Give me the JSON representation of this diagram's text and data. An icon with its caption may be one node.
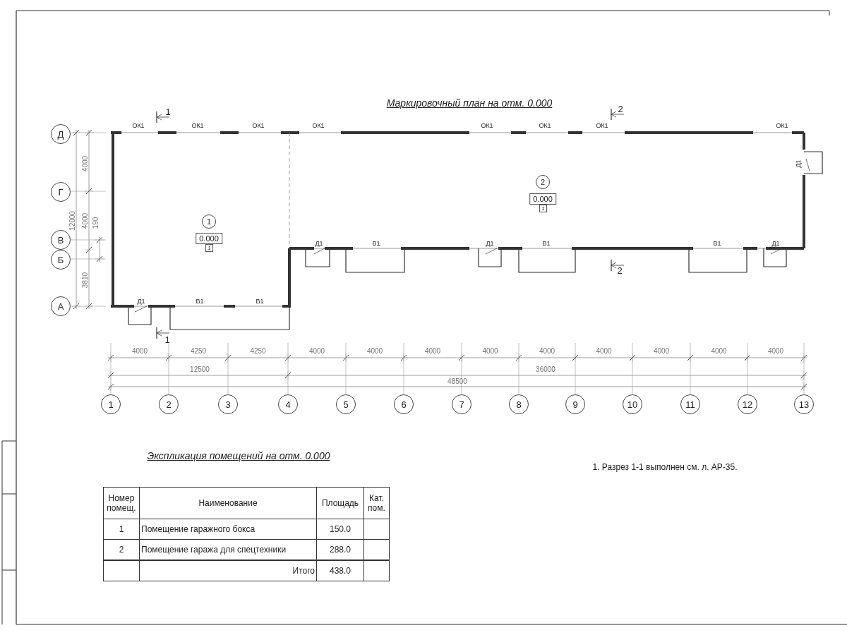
{
  "diagram": {
    "title": "Маркировочный план на отм. 0.000",
    "nodes": [
      {
        "text": [
          "1",
          "0.000",
          "1"
        ]
      },
      {
        "text": [
          "2",
          "0.000",
          "1"
        ]
      },
      {
        "text": [
          "Д"
        ]
      },
      {
        "text": [
          "Г"
        ]
      },
      {
        "text": [
          "В"
        ]
      },
      {
        "text": [
          "Б"
        ]
      },
      {
        "text": [
          "А"
        ]
      },
      {
        "text": [
          "1"
        ]
      },
      {
        "text": [
          "2"
        ]
      },
      {
        "text": [
          "3"
        ]
      },
      {
        "text": [
          "4"
        ]
      },
      {
        "text": [
          "5"
        ]
      },
      {
        "text": [
          "6"
        ]
      },
      {
        "text": [
          "7"
        ]
      },
      {
        "text": [
          "8"
        ]
      },
      {
        "text": [
          "9"
        ]
      },
      {
        "text": [
          "10"
        ]
      },
      {
        "text": [
          "11"
        ]
      },
      {
        "text": [
          "12"
        ]
      },
      {
        "text": [
          "13"
        ]
      }
    ],
    "labels": [
      "1",
      "2",
      "ОК1",
      "ОК1",
      "ОК1",
      "ОК1",
      "ОК1",
      "ОК1",
      "ОК1",
      "ОК1",
      "Д1",
      "4000",
      "12000",
      "4000",
      "190",
      "3810",
      "Д1",
      "В1",
      "Д1",
      "В1",
      "В1",
      "Д1",
      "2",
      "Д1",
      "В1",
      "В1",
      "1",
      "4000",
      "4250",
      "4250",
      "4000",
      "4000",
      "4000",
      "4000",
      "4000",
      "4000",
      "4000",
      "4000",
      "4000",
      "12500",
      "36000",
      "48500",
      "Экспликация помещений на отм. 0.000",
      "Номер помещ.",
      "Наименование",
      "Площадь",
      "Кат. пом.",
      "1",
      "Помещение гаражного бокса",
      "150.0",
      "2",
      "Помещение гаража для спецтехники",
      "288.0",
      "Итого",
      "438.0",
      "1. Разрез 1-1 выполнен см. л. АР-35."
    ]
  }
}
